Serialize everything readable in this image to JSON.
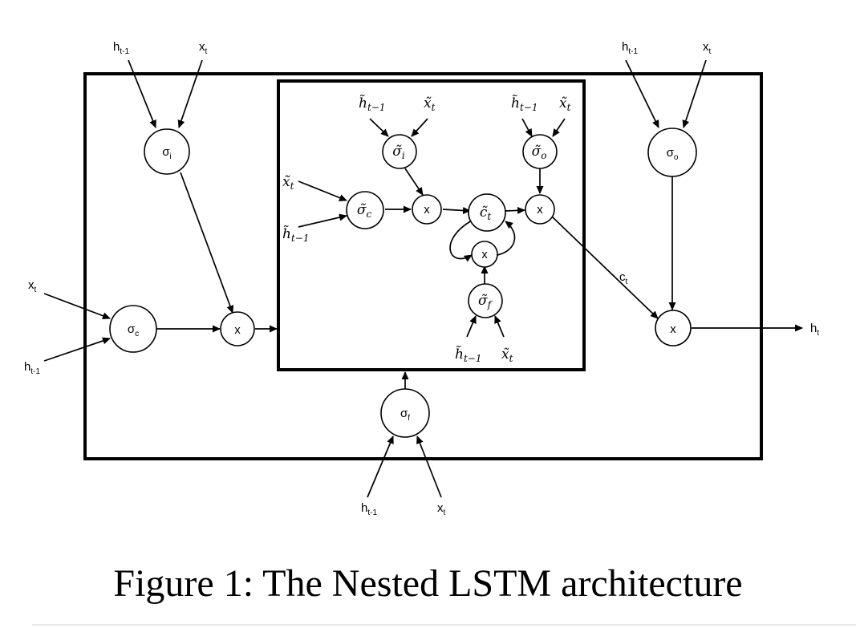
{
  "caption": "Figure 1: The Nested LSTM architecture",
  "nodes": {
    "outer_sigma_i": {
      "base": "σ",
      "sub": "i",
      "style": "plain"
    },
    "outer_sigma_o": {
      "base": "σ",
      "sub": "o",
      "style": "plain"
    },
    "outer_sigma_c": {
      "base": "σ",
      "sub": "c",
      "style": "plain"
    },
    "outer_sigma_f": {
      "base": "σ",
      "sub": "f",
      "style": "plain"
    },
    "outer_mult_in": {
      "base": "x",
      "sub": "",
      "style": "plain"
    },
    "outer_mult_out": {
      "base": "x",
      "sub": "",
      "style": "plain"
    },
    "inner_sigma_i": {
      "base": "σ̃",
      "sub": "i",
      "style": "math"
    },
    "inner_sigma_o": {
      "base": "σ̃",
      "sub": "o",
      "style": "math"
    },
    "inner_sigma_c": {
      "base": "σ̃",
      "sub": "c",
      "style": "math"
    },
    "inner_sigma_f": {
      "base": "σ̃",
      "sub": "f",
      "style": "math"
    },
    "inner_cell": {
      "base": "c̃",
      "sub": "t",
      "style": "math"
    },
    "inner_mult_a": {
      "base": "x",
      "sub": "",
      "style": "plain"
    },
    "inner_mult_b": {
      "base": "x",
      "sub": "",
      "style": "plain"
    },
    "inner_mult_c": {
      "base": "x",
      "sub": "",
      "style": "plain"
    }
  },
  "labels": {
    "h_prev": {
      "base": "h",
      "sub": "t-1"
    },
    "x_t": {
      "base": "x",
      "sub": "t"
    },
    "c_t": {
      "base": "c",
      "sub": "t"
    },
    "h_t": {
      "base": "h",
      "sub": "t"
    },
    "inner_h_prev": {
      "base": "h̃",
      "sub": "t−1"
    },
    "inner_x_t": {
      "base": "x̃",
      "sub": "t"
    }
  }
}
